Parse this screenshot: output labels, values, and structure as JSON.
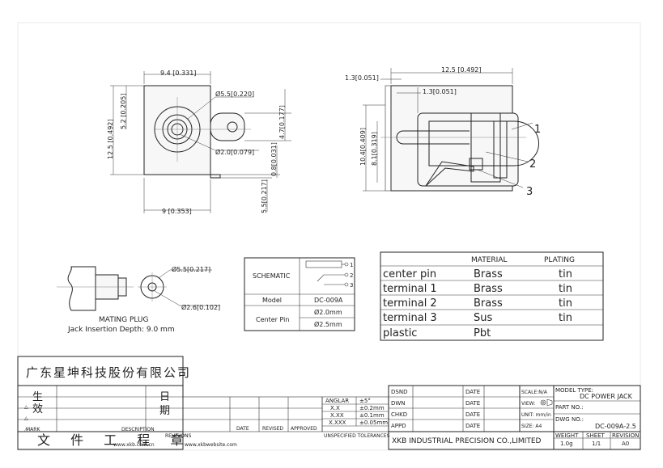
{
  "front_view": {
    "dim_width": "9.4 [0.331]",
    "dim_hole": "Ø5.5[0.220]",
    "dim_height_small": "5.2 [0.205]",
    "dim_height_total": "12.5 [0.492]",
    "dim_tab": "4.7[0.177]",
    "dim_pin": "Ø2.0[0.079]",
    "dim_offset": "0.8[0.031]",
    "dim_bottom": "5.5[0.217]",
    "dim_base": "9 [0.353]"
  },
  "side_view": {
    "dim_length": "12.5 [0.492]",
    "dim_top_left": "1.3[0.051]",
    "dim_top_inner": "1.3[0.051]",
    "dim_height": "10.4[0.409]",
    "dim_inner": "8.1[0.319]",
    "callout_1": "1",
    "callout_2": "2",
    "callout_3": "3"
  },
  "mating_plug": {
    "dim_outer": "Ø5.5[0.217]",
    "dim_inner": "Ø2.6[0.102]",
    "title": "MATING PLUG",
    "subtitle": "Jack Insertion Depth: 9.0 mm"
  },
  "schematic_table": {
    "schematic_label": "SCHEMATIC",
    "pin1": "1",
    "pin2": "2",
    "pin3": "3",
    "model_label": "Model",
    "model_value": "DC-009A",
    "center_pin_label": "Center Pin",
    "center_pin_1": "Ø2.0mm",
    "center_pin_2": "Ø2.5mm"
  },
  "material_table": {
    "headers": [
      "MATERIAL",
      "PLATING"
    ],
    "rows": [
      {
        "part": "center pin",
        "material": "Brass",
        "plating": "tin"
      },
      {
        "part": "terminal 1",
        "material": "Brass",
        "plating": "tin"
      },
      {
        "part": "terminal 2",
        "material": "Brass",
        "plating": "tin"
      },
      {
        "part": "terminal 3",
        "material": "Sus",
        "plating": "tin"
      },
      {
        "part": "plastic",
        "material": "Pbt",
        "plating": ""
      }
    ]
  },
  "title_block": {
    "company_cn": "广东星坤科技股份有限公司",
    "left_rows": [
      "生",
      "效",
      "日",
      "期"
    ],
    "left_mark": "MARK",
    "left_desc": "DESCRIPTION",
    "left_rev": "REVISIONS",
    "bottom_cn": "文  件  工  程  章",
    "website": "www.xkb.com.cn",
    "website2": "www.xkbwebsite.com",
    "rev_headers": [
      "DATE",
      "REVISED",
      "APPROVED"
    ],
    "tolerances": {
      "angular_label": "ANGLAR",
      "angular_value": "±5°",
      "x_x": "X.X",
      "x_x_val": "±0.2mm",
      "x_xx": "X.XX",
      "x_xx_val": "±0.1mm",
      "x_xxx": "X.XXX",
      "x_xxx_val": "±0.05mm",
      "unspecified": "UNSPECIFIED TOLERANCES"
    },
    "dsnd": "DSND",
    "dwn": "DWN",
    "chkd": "CHKD",
    "appd": "APPD",
    "date": "DATE",
    "company_en": "XKB INDUSTRIAL PRECISION CO.,LIMITED",
    "scale": "SCALE:N/A",
    "view": "VIEW:",
    "unit": "UNIT: mm/in",
    "size": "SIZE: A4",
    "model_type_label": "MODEL TYPE:",
    "model_type_value": "DC POWER JACK",
    "part_no_label": "PART NO.:",
    "dwg_no_label": "DWG NO.:",
    "dwg_no_value": "DC-009A-2.5",
    "weight_label": "WEIGHT",
    "weight_value": "1.0g",
    "sheet_label": "SHEET",
    "sheet_value": "1/1",
    "revision_label": "REVISION",
    "revision_value": "A0"
  }
}
